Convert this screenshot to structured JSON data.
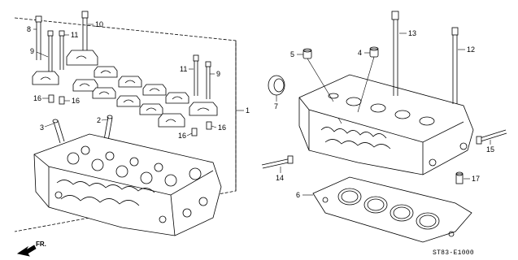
{
  "callouts": {
    "c1": "1",
    "c2": "2",
    "c3": "3",
    "c4": "4",
    "c5": "5",
    "c6": "6",
    "c7": "7",
    "c8": "8",
    "c9a": "9",
    "c9b": "9",
    "c10": "10",
    "c11a": "11",
    "c11b": "11",
    "c12": "12",
    "c13": "13",
    "c14": "14",
    "c15": "15",
    "c16a": "16",
    "c16b": "16",
    "c16c": "16",
    "c16d": "16",
    "c17": "17"
  },
  "front_label": "FR.",
  "diagram_code": "ST83-E1000",
  "colors": {
    "line": "#000000",
    "background": "#ffffff"
  }
}
